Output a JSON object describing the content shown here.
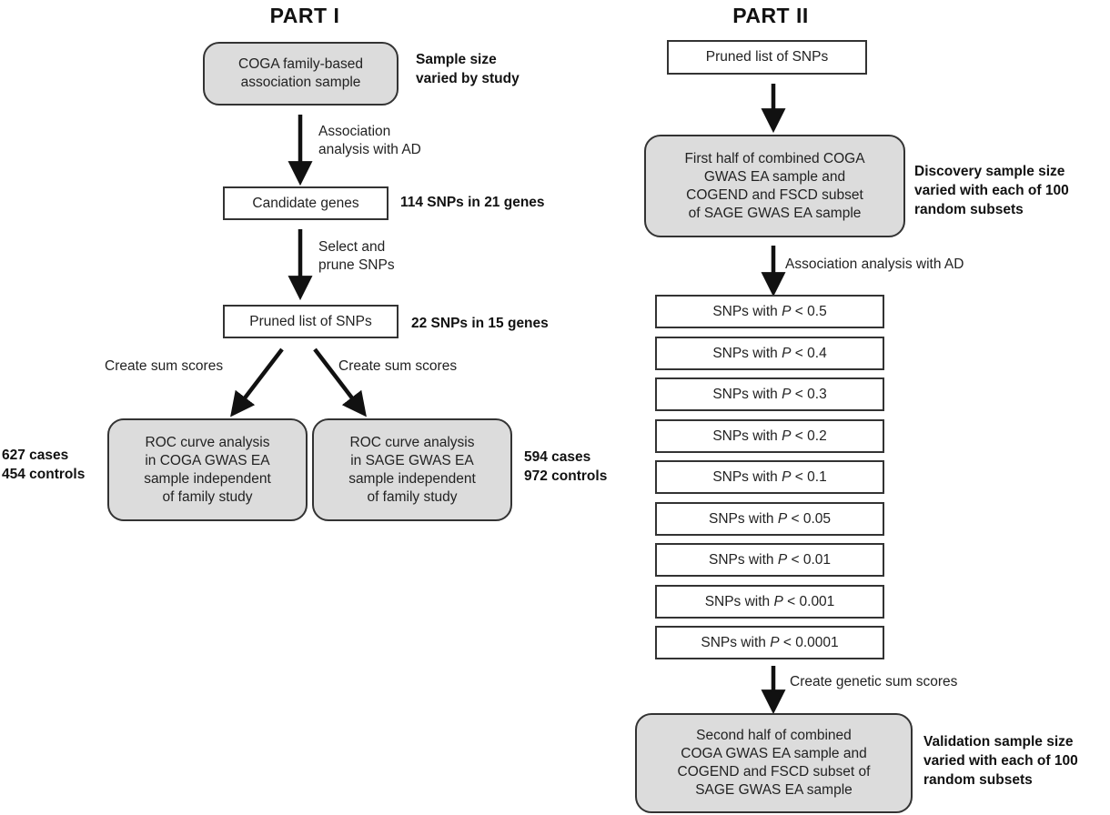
{
  "part1": {
    "title": "PART I",
    "nodes": {
      "family_sample": "COGA family-based\nassociation sample",
      "candidate_genes": "Candidate genes",
      "pruned_list": "Pruned list of SNPs",
      "roc_coga": "ROC curve analysis\nin COGA GWAS EA\nsample independent\nof family study",
      "roc_sage": "ROC curve analysis\nin SAGE GWAS EA\nsample independent\nof family study"
    },
    "notes": {
      "sample_size": "Sample size\nvaried by study",
      "candidate_count": "114 SNPs in 21 genes",
      "pruned_count": "22 SNPs in 15 genes",
      "coga_counts": "627 cases\n454 controls",
      "sage_counts": "594 cases\n972 controls"
    },
    "edge_labels": {
      "association": "Association\nanalysis with AD",
      "select_prune": "Select and\nprune SNPs",
      "sum_left": "Create sum scores",
      "sum_right": "Create sum scores"
    }
  },
  "part2": {
    "title": "PART II",
    "nodes": {
      "pruned_list": "Pruned list of SNPs",
      "discovery": "First half of combined COGA\nGWAS EA sample and\nCOGEND and FSCD subset\nof SAGE GWAS EA sample",
      "validation": "Second half of combined\nCOGA GWAS EA sample and\nCOGEND and FSCD subset of\nSAGE GWAS EA sample"
    },
    "notes": {
      "discovery": "Discovery sample size\nvaried with each of 100\nrandom subsets",
      "validation": "Validation sample size\nvaried with each of 100\nrandom subsets"
    },
    "edge_labels": {
      "association": "Association analysis with AD",
      "genetic_sum": "Create genetic sum scores"
    },
    "threshold_prefix": "SNPs with",
    "p_symbol": "P",
    "thresholds": [
      "< 0.5",
      "< 0.4",
      "< 0.3",
      "< 0.2",
      "< 0.1",
      "< 0.05",
      "< 0.01",
      "< 0.001",
      "< 0.0001"
    ]
  }
}
